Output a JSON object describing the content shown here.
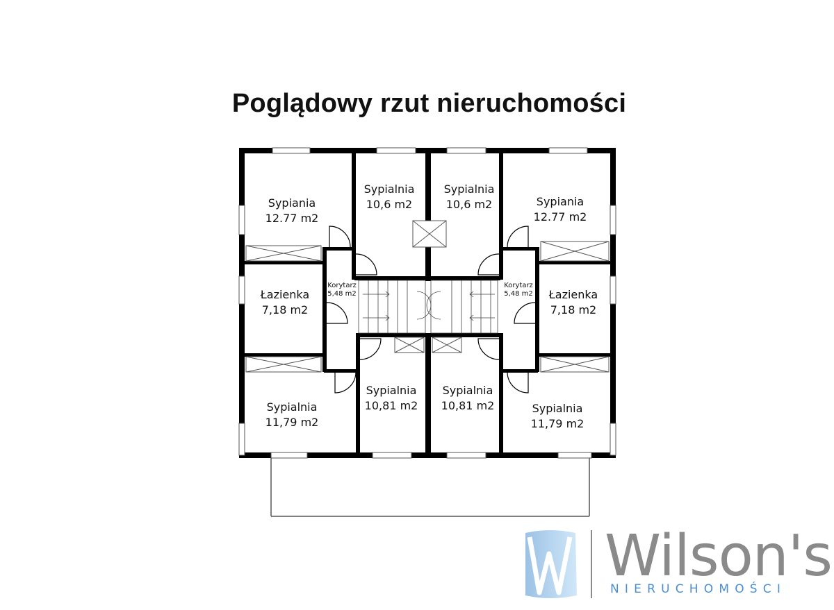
{
  "title": "Poglądowy rzut nieruchomości",
  "rooms": {
    "r1": {
      "name": "Sypiania",
      "area": "12.77 m2"
    },
    "r2": {
      "name": "Sypialnia",
      "area": "10,6 m2"
    },
    "r3": {
      "name": "Sypialnia",
      "area": "10,6 m2"
    },
    "r4": {
      "name": "Sypiania",
      "area": "12.77 m2"
    },
    "r5": {
      "name": "Łazienka",
      "area": "7,18 m2"
    },
    "r6": {
      "name": "Korytarz",
      "area": "5,48 m2"
    },
    "r7": {
      "name": "Korytarz",
      "area": "5,48 m2"
    },
    "r8": {
      "name": "Łazienka",
      "area": "7,18 m2"
    },
    "r9": {
      "name": "Sypialnia",
      "area": "11,79 m2"
    },
    "r10": {
      "name": "Sypialnia",
      "area": "10,81 m2"
    },
    "r11": {
      "name": "Sypialnia",
      "area": "10,81 m2"
    },
    "r12": {
      "name": "Sypialnia",
      "area": "11,79 m2"
    }
  },
  "logo": {
    "name": "Wilson's",
    "subtitle": "NIERUCHOMOŚCI",
    "colors": {
      "text": "#8a8a8a",
      "accent": "#4a8fd0",
      "light": "#a9d4f2"
    }
  }
}
